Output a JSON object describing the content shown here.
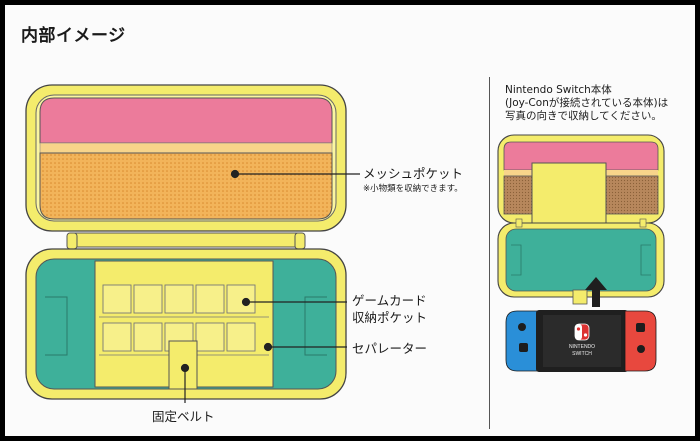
{
  "title": "内部イメージ",
  "labels": {
    "mesh_pocket": "メッシュポケット",
    "mesh_pocket_note": "※小物類を収納できます。",
    "game_card_line1": "ゲームカード",
    "game_card_line2": "収納ポケット",
    "separator": "セパレーター",
    "fixing_belt": "固定ベルト"
  },
  "note": {
    "line1": "Nintendo Switch本体",
    "line2": "(Joy-Conが接続されている本体)は",
    "line3": "写真の向きで収納してください。"
  },
  "screen_logo": {
    "line1": "NINTENDO",
    "line2": "SWITCH"
  },
  "colors": {
    "yellow": "#f4ec6c",
    "pink": "#ec7b9b",
    "orange_mesh": "#f2b45a",
    "teal": "#3eb09a",
    "brown": "#b7875c",
    "joycon_blue": "#2a8fd8",
    "joycon_red": "#e8483e"
  }
}
